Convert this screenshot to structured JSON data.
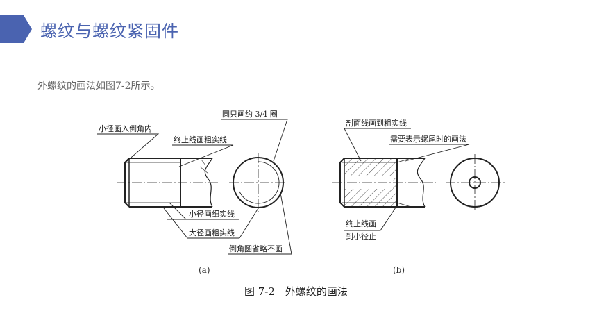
{
  "header": {
    "title": "螺纹与螺纹紧固件",
    "accent_color": "#4a63b0"
  },
  "intro": {
    "text": "外螺纹的画法如图7-2所示。"
  },
  "figure": {
    "caption": "图 7-2　外螺纹的画法",
    "panel_a": {
      "label": "(a)",
      "annotations": {
        "minor_dia_into_chamfer": "小径画入倒角内",
        "full_circle_three_quarter": "圆只画约 3/4 圈",
        "end_line_thick": "终止线画粗实线",
        "minor_dia_thin": "小径画细实线",
        "major_dia_thick": "大径画粗实线",
        "chamfer_circle_omitted": "倒角圆省略不画"
      }
    },
    "panel_b": {
      "label": "(b)",
      "annotations": {
        "section_lines_to_thick": "剖面线画到粗实线",
        "thread_runout": "需要表示螺尾时的画法",
        "end_line_line1": "终止线画",
        "end_line_line2": "到小径止"
      }
    }
  }
}
